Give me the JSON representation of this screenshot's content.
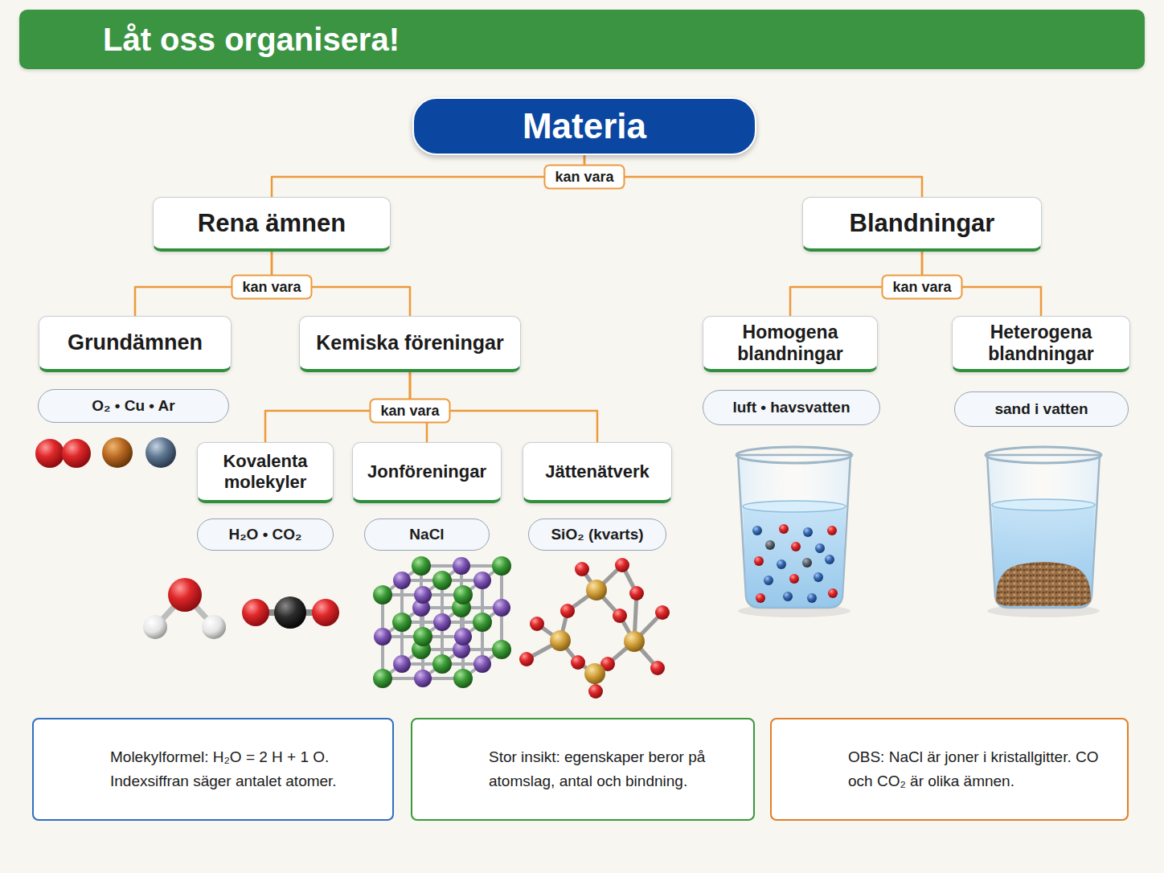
{
  "diagram": {
    "title": "Låt oss organisera!",
    "nodes": [
      {
        "text": [
          "Materia"
        ]
      },
      {
        "text": [
          "Rena ämnen"
        ]
      },
      {
        "text": [
          "Blandningar"
        ]
      },
      {
        "text": [
          "Grundämnen"
        ]
      },
      {
        "text": [
          "Kemiska föreningar"
        ]
      },
      {
        "text": [
          "Homogena blandningar"
        ]
      },
      {
        "text": [
          "Heterogena blandningar"
        ]
      },
      {
        "text": [
          "O₂ • Cu • Ar"
        ]
      },
      {
        "text": [
          "Kovalenta molekyler"
        ]
      },
      {
        "text": [
          "Jonföreningar"
        ]
      },
      {
        "text": [
          "Jättenätverk"
        ]
      },
      {
        "text": [
          "luft • havsvatten"
        ]
      },
      {
        "text": [
          "sand i vatten"
        ]
      },
      {
        "text": [
          "H₂O • CO₂"
        ]
      },
      {
        "text": [
          "NaCl"
        ]
      },
      {
        "text": [
          "SiO₂ (kvarts)"
        ]
      },
      {
        "text": [
          "Molekylformel: H₂O = 2 H + 1 O. Indexsiffran säger antalet atomer."
        ]
      },
      {
        "text": [
          "Stor insikt: egenskaper beror på atomslag, antal och bindning."
        ]
      },
      {
        "text": [
          "OBS: NaCl är joner i kristallgitter. CO och CO₂ är olika ämnen."
        ]
      }
    ],
    "edges": [
      {
        "from": 0,
        "to": 1,
        "arrow": "none",
        "label": "kan vara"
      },
      {
        "from": 0,
        "to": 2,
        "arrow": "none"
      },
      {
        "from": 1,
        "to": 3,
        "arrow": "none",
        "label": "kan vara"
      },
      {
        "from": 1,
        "to": 4,
        "arrow": "none"
      },
      {
        "from": 2,
        "to": 5,
        "arrow": "none",
        "label": "kan vara"
      },
      {
        "from": 2,
        "to": 6,
        "arrow": "none"
      },
      {
        "from": 4,
        "to": 8,
        "arrow": "none",
        "label": "kan vara"
      },
      {
        "from": 4,
        "to": 9,
        "arrow": "none"
      },
      {
        "from": 4,
        "to": 10,
        "arrow": "none"
      }
    ]
  }
}
